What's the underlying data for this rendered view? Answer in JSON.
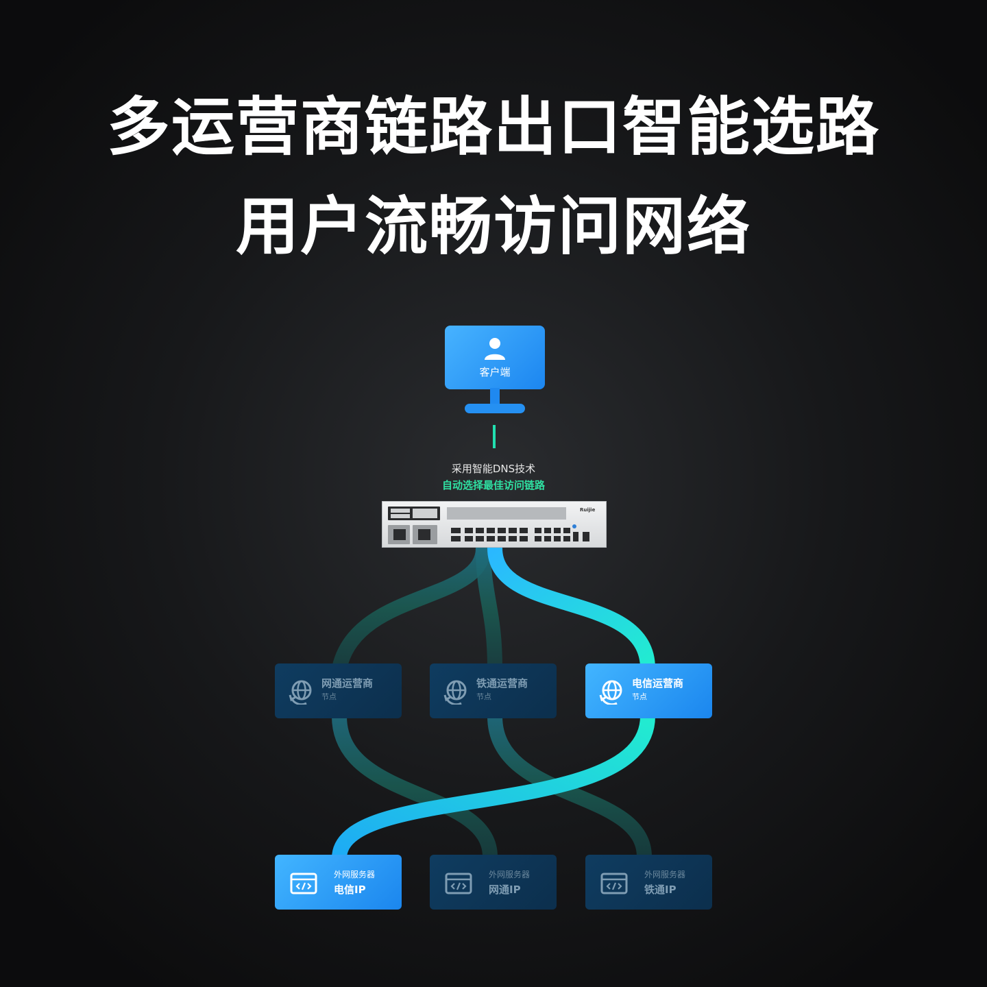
{
  "title": {
    "line1": "多运营商链路出口智能选路",
    "line2": "用户流畅访问网络"
  },
  "client": {
    "label": "客户端",
    "icon": "user-icon"
  },
  "dns": {
    "line1": "采用智能DNS技术",
    "line2": "自动选择最佳访问链路"
  },
  "device": {
    "brand": "Ruijie",
    "icon": "gateway-device-icon"
  },
  "isp_nodes": [
    {
      "name": "网通运营商",
      "sub": "节点",
      "active": false,
      "icon": "globe-refresh-icon"
    },
    {
      "name": "铁通运营商",
      "sub": "节点",
      "active": false,
      "icon": "globe-refresh-icon"
    },
    {
      "name": "电信运营商",
      "sub": "节点",
      "active": true,
      "icon": "globe-refresh-icon"
    }
  ],
  "servers": [
    {
      "sub": "外网服务器",
      "name": "电信IP",
      "active": true,
      "icon": "code-window-icon"
    },
    {
      "sub": "外网服务器",
      "name": "网通IP",
      "active": false,
      "icon": "code-window-icon"
    },
    {
      "sub": "外网服务器",
      "name": "铁通IP",
      "active": false,
      "icon": "code-window-icon"
    }
  ],
  "colors": {
    "active_card": "#2b9cf8",
    "dim_card": "#0e3858",
    "active_link": "#1fe3c8",
    "dim_link": "#1d5a52",
    "accent_text": "#2fe0a2"
  }
}
